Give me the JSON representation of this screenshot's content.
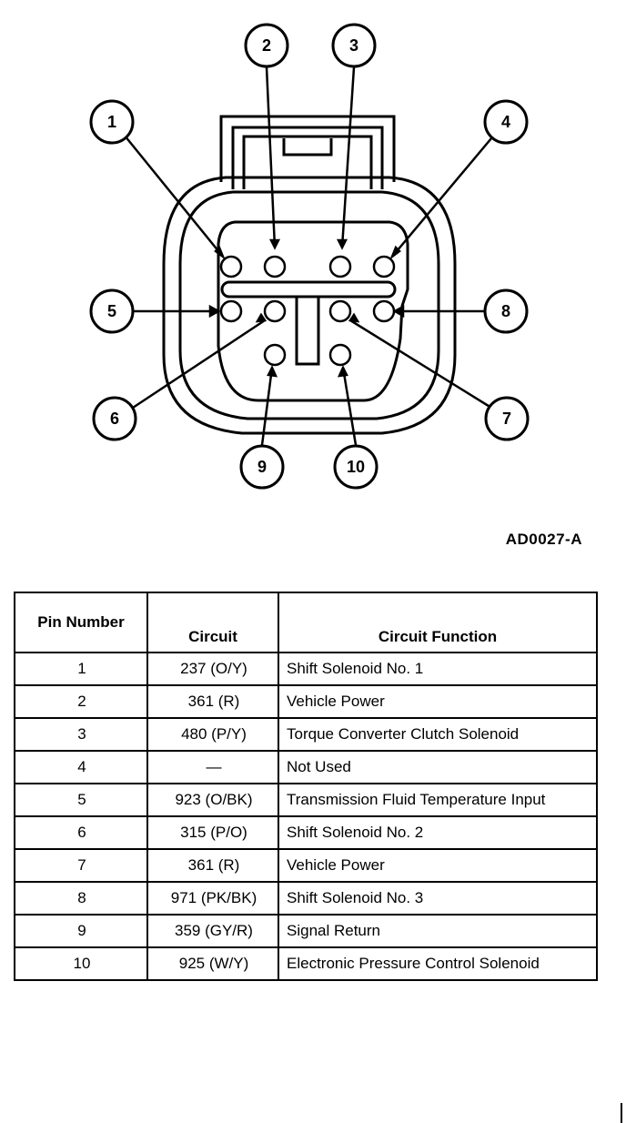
{
  "pin_labels": [
    "1",
    "2",
    "3",
    "4",
    "5",
    "6",
    "7",
    "8",
    "9",
    "10"
  ],
  "figure_code": "AD0027-A",
  "table": {
    "headers": {
      "pin": "Pin Number",
      "circuit": "Circuit",
      "function": "Circuit Function"
    },
    "rows": [
      {
        "pin": "1",
        "circuit": "237 (O/Y)",
        "function": "Shift Solenoid No. 1"
      },
      {
        "pin": "2",
        "circuit": "361 (R)",
        "function": "Vehicle Power"
      },
      {
        "pin": "3",
        "circuit": "480 (P/Y)",
        "function": "Torque Converter Clutch Solenoid"
      },
      {
        "pin": "4",
        "circuit": "—",
        "function": "Not Used"
      },
      {
        "pin": "5",
        "circuit": "923 (O/BK)",
        "function": "Transmission Fluid Temperature Input"
      },
      {
        "pin": "6",
        "circuit": "315 (P/O)",
        "function": "Shift Solenoid No. 2"
      },
      {
        "pin": "7",
        "circuit": "361 (R)",
        "function": "Vehicle Power"
      },
      {
        "pin": "8",
        "circuit": "971 (PK/BK)",
        "function": "Shift Solenoid No. 3"
      },
      {
        "pin": "9",
        "circuit": "359 (GY/R)",
        "function": "Signal Return"
      },
      {
        "pin": "10",
        "circuit": "925 (W/Y)",
        "function": "Electronic Pressure Control Solenoid"
      }
    ]
  }
}
